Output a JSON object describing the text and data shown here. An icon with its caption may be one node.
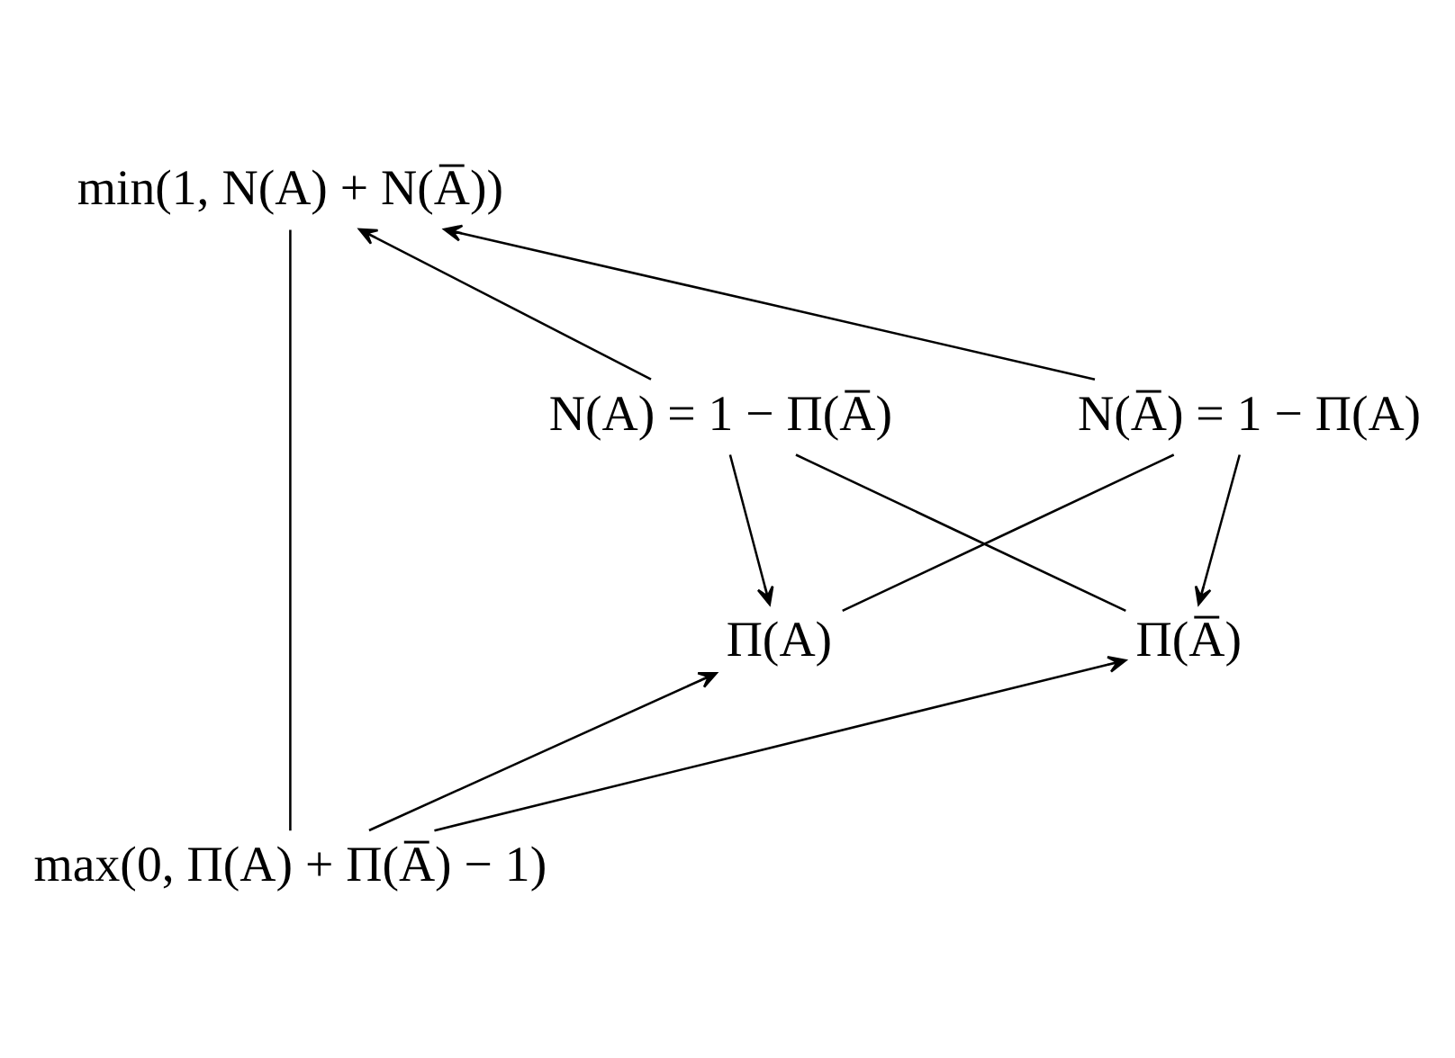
{
  "diagram": {
    "nodes": [
      {
        "text": [
          "min(1, N(A) + N(A̅))"
        ]
      },
      {
        "text": [
          "N(A) = 1 − Π(A̅)"
        ]
      },
      {
        "text": [
          "N(A̅) = 1 − Π(A)"
        ]
      },
      {
        "text": [
          "Π(A)"
        ]
      },
      {
        "text": [
          "Π(A̅)"
        ]
      },
      {
        "text": [
          "max(0, Π(A) + Π(A̅) − 1)"
        ]
      }
    ],
    "edges": [
      {
        "from": 1,
        "to": 0,
        "arrow": "to"
      },
      {
        "from": 2,
        "to": 0,
        "arrow": "to"
      },
      {
        "from": 0,
        "to": 5,
        "arrow": "none"
      },
      {
        "from": 1,
        "to": 3,
        "arrow": "to"
      },
      {
        "from": 2,
        "to": 4,
        "arrow": "to"
      },
      {
        "from": 1,
        "to": 4,
        "arrow": "none"
      },
      {
        "from": 2,
        "to": 3,
        "arrow": "none"
      },
      {
        "from": 5,
        "to": 3,
        "arrow": "to"
      },
      {
        "from": 5,
        "to": 4,
        "arrow": "to"
      }
    ]
  }
}
